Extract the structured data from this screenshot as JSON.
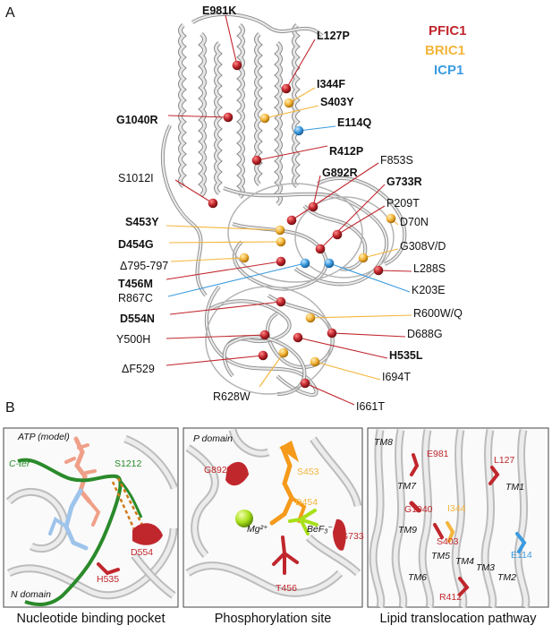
{
  "panel_a": {
    "letter": "A",
    "legend": [
      {
        "label": "PFIC1",
        "color": "#c0272d"
      },
      {
        "label": "BRIC1",
        "color": "#f3b53b"
      },
      {
        "label": "ICP1",
        "color": "#3b9be0"
      }
    ],
    "labels": [
      {
        "text": "E981K",
        "bold": true,
        "color": "#c0272d"
      },
      {
        "text": "L127P",
        "bold": true,
        "color": "#c0272d"
      },
      {
        "text": "I344F",
        "bold": true,
        "color": "#f3b53b"
      },
      {
        "text": "S403Y",
        "bold": true,
        "color": "#f3b53b"
      },
      {
        "text": "G1040R",
        "bold": true,
        "color": "#c0272d"
      },
      {
        "text": "E114Q",
        "bold": true,
        "color": "#3b9be0"
      },
      {
        "text": "R412P",
        "bold": true,
        "color": "#c0272d"
      },
      {
        "text": "F853S",
        "bold": false,
        "color": "#c0272d"
      },
      {
        "text": "G892R",
        "bold": true,
        "color": "#c0272d"
      },
      {
        "text": "G733R",
        "bold": true,
        "color": "#c0272d"
      },
      {
        "text": "S1012I",
        "bold": false,
        "color": "#c0272d"
      },
      {
        "text": "P209T",
        "bold": false,
        "color": "#c0272d"
      },
      {
        "text": "S453Y",
        "bold": true,
        "color": "#f3b53b"
      },
      {
        "text": "D70N",
        "bold": false,
        "color": "#f3b53b"
      },
      {
        "text": "D454G",
        "bold": true,
        "color": "#f3b53b"
      },
      {
        "text": "G308V/D",
        "bold": false,
        "color": "#f3b53b"
      },
      {
        "text": "Δ795-797",
        "bold": false,
        "color": "#f3b53b"
      },
      {
        "text": "L288S",
        "bold": false,
        "color": "#c0272d"
      },
      {
        "text": "T456M",
        "bold": true,
        "color": "#c0272d"
      },
      {
        "text": "K203E",
        "bold": false,
        "color": "#3b9be0"
      },
      {
        "text": "R867C",
        "bold": false,
        "color": "#3b9be0"
      },
      {
        "text": "D554N",
        "bold": true,
        "color": "#c0272d"
      },
      {
        "text": "R600W/Q",
        "bold": false,
        "color": "#f3b53b"
      },
      {
        "text": "D688G",
        "bold": false,
        "color": "#c0272d"
      },
      {
        "text": "Y500H",
        "bold": false,
        "color": "#c0272d"
      },
      {
        "text": "H535L",
        "bold": true,
        "color": "#c0272d"
      },
      {
        "text": "ΔF529",
        "bold": false,
        "color": "#c0272d"
      },
      {
        "text": "I694T",
        "bold": false,
        "color": "#f3b53b"
      },
      {
        "text": "R628W",
        "bold": false,
        "color": "#f3b53b"
      },
      {
        "text": "I661T",
        "bold": false,
        "color": "#c0272d"
      }
    ]
  },
  "panel_b": {
    "letter": "B",
    "inset1": {
      "caption": "Nucleotide binding pocket",
      "labels": [
        {
          "text": "ATP (model)",
          "italic": true,
          "color": "#111111"
        },
        {
          "text": "C-ter",
          "italic": true,
          "color": "#2a8a2a"
        },
        {
          "text": "S1212",
          "italic": false,
          "color": "#2a8a2a"
        },
        {
          "text": "D554",
          "italic": false,
          "color": "#c0272d"
        },
        {
          "text": "H535",
          "italic": false,
          "color": "#c0272d"
        },
        {
          "text": "N domain",
          "italic": true,
          "color": "#111111"
        }
      ]
    },
    "inset2": {
      "caption": "Phosphorylation site",
      "labels": [
        {
          "text": "P domain",
          "italic": true,
          "color": "#111111"
        },
        {
          "text": "G892",
          "italic": false,
          "color": "#c0272d"
        },
        {
          "text": "S453",
          "italic": false,
          "color": "#f3b53b"
        },
        {
          "text": "D454",
          "italic": false,
          "color": "#f3b53b"
        },
        {
          "text": "G733",
          "italic": false,
          "color": "#c0272d"
        },
        {
          "text": "Mg²⁺",
          "italic": true,
          "color": "#111111"
        },
        {
          "text": "BeF₃⁻",
          "italic": true,
          "color": "#111111"
        },
        {
          "text": "T456",
          "italic": false,
          "color": "#c0272d"
        }
      ]
    },
    "inset3": {
      "caption": "Lipid translocation pathway",
      "labels": [
        {
          "text": "TM8",
          "italic": true,
          "color": "#111111"
        },
        {
          "text": "E981",
          "italic": false,
          "color": "#c0272d"
        },
        {
          "text": "L127",
          "italic": false,
          "color": "#c0272d"
        },
        {
          "text": "TM1",
          "italic": true,
          "color": "#111111"
        },
        {
          "text": "TM7",
          "italic": true,
          "color": "#111111"
        },
        {
          "text": "G1040",
          "italic": false,
          "color": "#c0272d"
        },
        {
          "text": "I344",
          "italic": false,
          "color": "#f3b53b"
        },
        {
          "text": "TM9",
          "italic": true,
          "color": "#111111"
        },
        {
          "text": "S403",
          "italic": false,
          "color": "#c0272d"
        },
        {
          "text": "TM5",
          "italic": true,
          "color": "#111111"
        },
        {
          "text": "TM4",
          "italic": true,
          "color": "#111111"
        },
        {
          "text": "TM3",
          "italic": true,
          "color": "#111111"
        },
        {
          "text": "E114",
          "italic": false,
          "color": "#3b9be0"
        },
        {
          "text": "TM6",
          "italic": true,
          "color": "#111111"
        },
        {
          "text": "TM2",
          "italic": true,
          "color": "#111111"
        },
        {
          "text": "R412",
          "italic": false,
          "color": "#c0272d"
        }
      ]
    }
  }
}
